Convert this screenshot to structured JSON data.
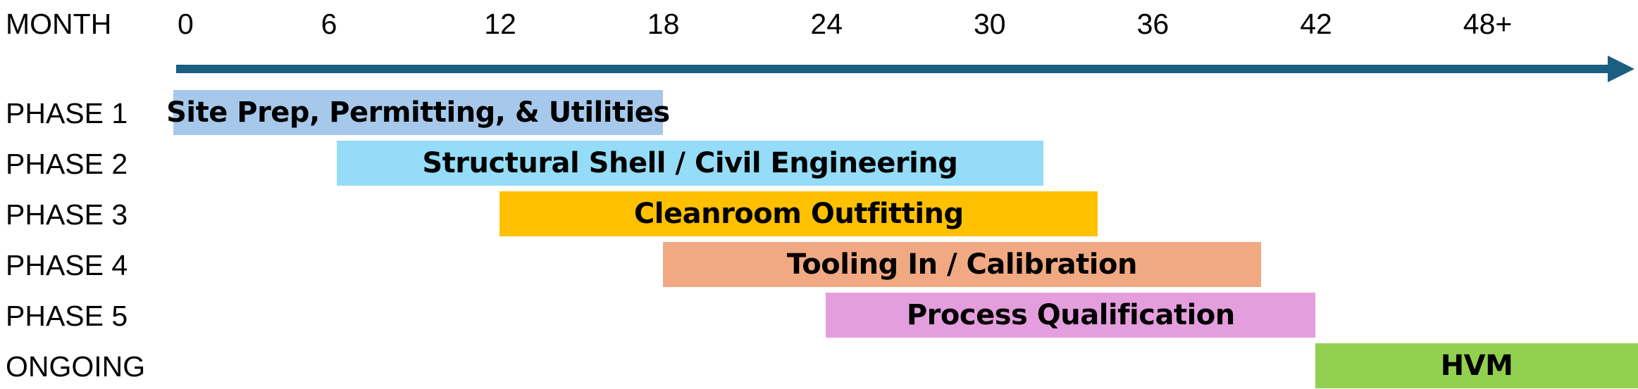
{
  "header_label": "MONTH",
  "axis": {
    "ticks": [
      "0",
      "6",
      "12",
      "18",
      "24",
      "30",
      "36",
      "42",
      "48+"
    ],
    "color": "#1a5f80"
  },
  "phases": [
    {
      "row": "PHASE 1",
      "label": "Site Prep, Permitting, & Utilities",
      "start": 0,
      "end": 18,
      "color": "#a6c8eb"
    },
    {
      "row": "PHASE 2",
      "label": "Structural Shell / Civil Engineering",
      "start": 6,
      "end": 32,
      "color": "#94dcf7"
    },
    {
      "row": "PHASE 3",
      "label": "Cleanroom Outfitting",
      "start": 12,
      "end": 34,
      "color": "#ffc000"
    },
    {
      "row": "PHASE 4",
      "label": "Tooling In / Calibration",
      "start": 18,
      "end": 40,
      "color": "#f1a983"
    },
    {
      "row": "PHASE 5",
      "label": "Process Qualification",
      "start": 24,
      "end": 42,
      "color": "#e59edd"
    },
    {
      "row": "ONGOING",
      "label": "HVM",
      "start": 42,
      "end": 54,
      "color": "#92d050"
    }
  ]
}
